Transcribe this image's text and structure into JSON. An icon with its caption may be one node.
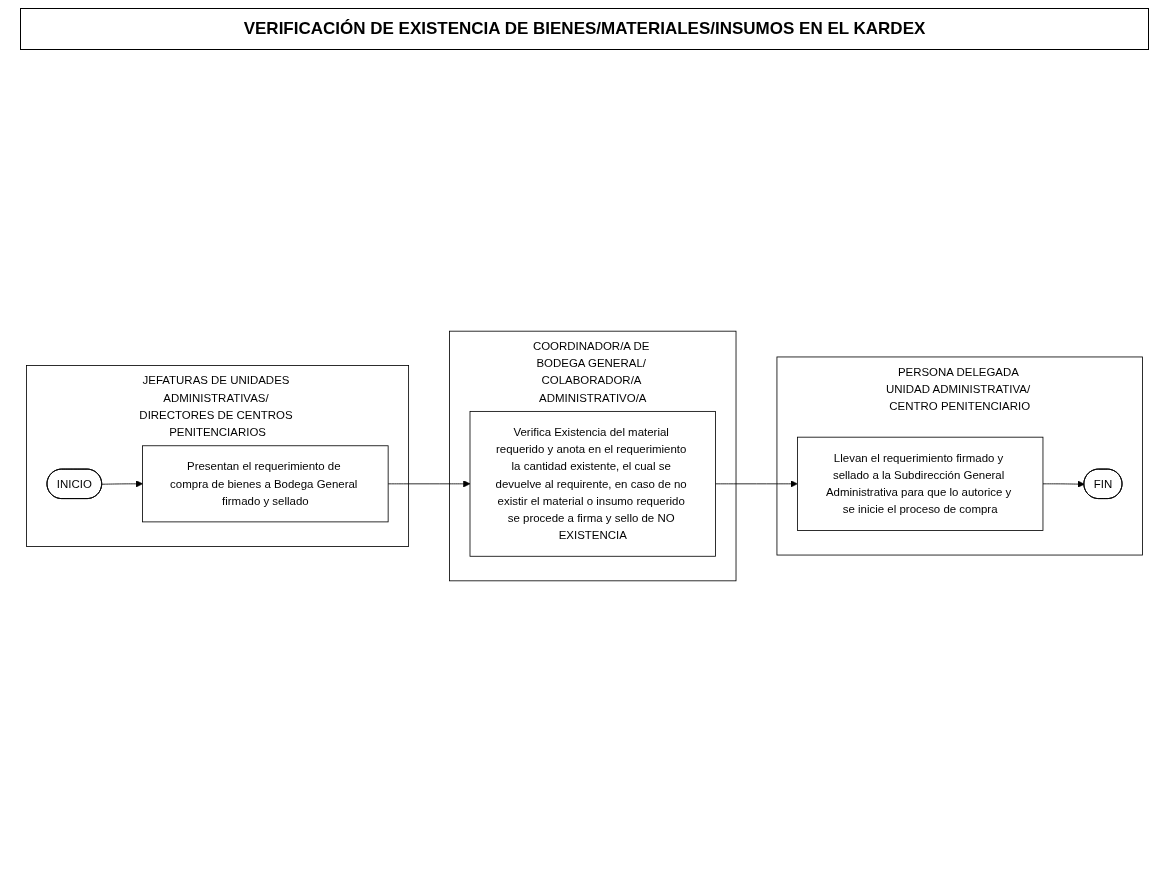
{
  "diagram": {
    "title": "VERIFICACIÓN DE EXISTENCIA DE BIENES/MATERIALES/INSUMOS EN EL KARDEX",
    "nodes": [
      {
        "text": [
          "JEFATURAS DE UNIDADES ADMINISTRATIVAS/ DIRECTORES DE CENTROS PENITENCIARIOS"
        ]
      },
      {
        "text": [
          "INICIO"
        ],
        "in": 0
      },
      {
        "text": [
          "Presentan el requerimiento de compra de bienes a Bodega General firmado y sellado"
        ],
        "in": 0
      },
      {
        "text": [
          "COORDINADOR/A DE BODEGA GENERAL/ COLABORADOR/A ADMINISTRATIVO/A"
        ]
      },
      {
        "text": [
          "Verifica Existencia del material requerido y anota en el requerimiento la cantidad existente, el cual se devuelve al requirente, en caso de no existir el material o insumo requerido se procede a firma y sello de NO EXISTENCIA"
        ],
        "in": 3
      },
      {
        "text": [
          "PERSONA DELEGADA UNIDAD ADMINISTRATIVA/ CENTRO PENITENCIARIO"
        ]
      },
      {
        "text": [
          "Llevan el requerimiento firmado y sellado a la Subdirección General Administrativa para que lo autorice y se inicie el proceso de compra"
        ],
        "in": 5
      },
      {
        "text": [
          "FIN"
        ],
        "in": 5
      }
    ],
    "edges": [
      {
        "from": 1,
        "to": 2,
        "arrow": "to"
      },
      {
        "from": 2,
        "to": 4,
        "arrow": "to"
      },
      {
        "from": 4,
        "to": 6,
        "arrow": "to"
      },
      {
        "from": 6,
        "to": 7,
        "arrow": "to"
      }
    ]
  }
}
